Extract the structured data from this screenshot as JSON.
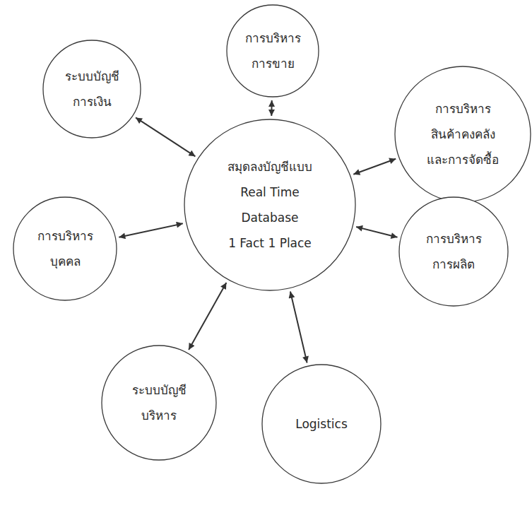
{
  "diagram": {
    "nodes": [
      {
        "text": [
          "การบริหาร การขาย"
        ]
      },
      {
        "text": [
          "ระบบบัญชี การเงิน"
        ]
      },
      {
        "text": [
          "การบริหาร สินค้าคงคลัง และการจัดซื้อ"
        ]
      },
      {
        "text": [
          "สมุดลงบัญชีแบบ Real Time Database 1 Fact 1 Place"
        ]
      },
      {
        "text": [
          "การบริหาร บุคคล"
        ]
      },
      {
        "text": [
          "การบริหาร การผลิต"
        ]
      },
      {
        "text": [
          "ระบบบัญชี บริหาร"
        ]
      },
      {
        "text": [
          "Logistics"
        ]
      }
    ],
    "edges": [
      {
        "from": 3,
        "to": 0,
        "arrow": "both"
      },
      {
        "from": 3,
        "to": 1,
        "arrow": "both"
      },
      {
        "from": 3,
        "to": 2,
        "arrow": "both"
      },
      {
        "from": 3,
        "to": 4,
        "arrow": "both"
      },
      {
        "from": 3,
        "to": 5,
        "arrow": "both"
      },
      {
        "from": 3,
        "to": 6,
        "arrow": "both"
      },
      {
        "from": 3,
        "to": 7,
        "arrow": "both"
      }
    ]
  }
}
